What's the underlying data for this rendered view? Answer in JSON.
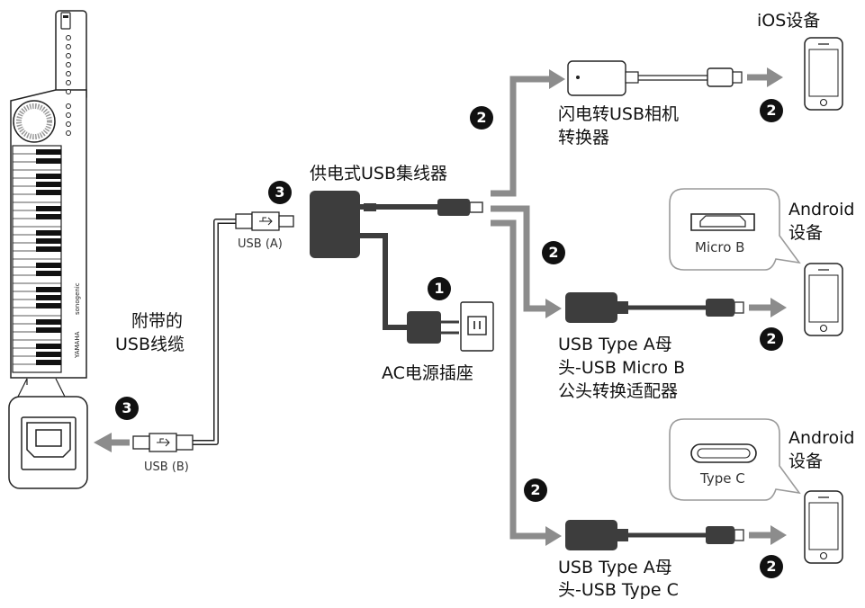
{
  "labels": {
    "ios_device": "iOS设备",
    "lightning_adapter_l1": "闪电转USB相机",
    "lightning_adapter_l2": "转换器",
    "powered_hub": "供电式USB集线器",
    "usb_a": "USB (A)",
    "usb_b": "USB (B)",
    "cable_l1": "附带的",
    "cable_l2": "USB线缆",
    "ac_outlet": "AC电源插座",
    "android_1_l1": "Android",
    "android_1_l2": "设备",
    "android_2_l1": "Android",
    "android_2_l2": "设备",
    "micro_b": "Micro B",
    "type_c": "Type C",
    "adapter_microb_l1": "USB Type A母",
    "adapter_microb_l2": "头-USB Micro B",
    "adapter_microb_l3": "公头转换适配器",
    "adapter_typec_l1": "USB Type A母",
    "adapter_typec_l2": "头-USB Type C"
  },
  "badges": {
    "one": "1",
    "two": "2",
    "three": "3"
  },
  "keyboard_brand": "YAMAHA",
  "keyboard_model": "sonogenic",
  "colors": {
    "line": "#8c8c8c",
    "device": "#3d3d3d",
    "badge": "#111111"
  }
}
